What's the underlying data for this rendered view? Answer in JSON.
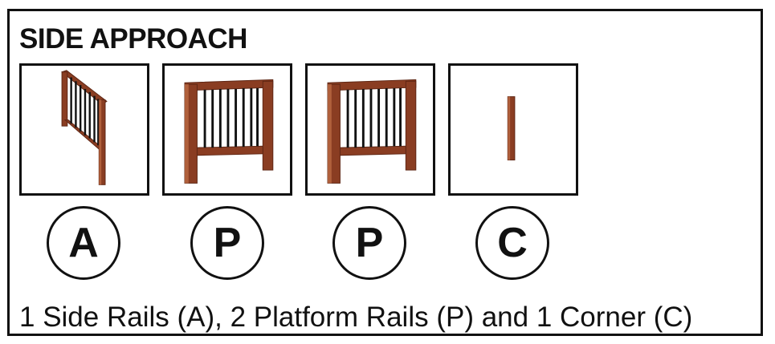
{
  "title": "SIDE APPROACH",
  "components": [
    {
      "kind": "side-rail",
      "badge": "A"
    },
    {
      "kind": "platform-rail",
      "badge": "P"
    },
    {
      "kind": "platform-rail",
      "badge": "P"
    },
    {
      "kind": "corner",
      "badge": "C"
    }
  ],
  "caption": "1 Side Rails (A), 2 Platform Rails (P) and 1 Corner (C)",
  "colors": {
    "wood": "#8a3d22",
    "wood_dark": "#5e2614",
    "wood_light": "#b0603c",
    "baluster": "#111111",
    "outline": "#111111"
  }
}
